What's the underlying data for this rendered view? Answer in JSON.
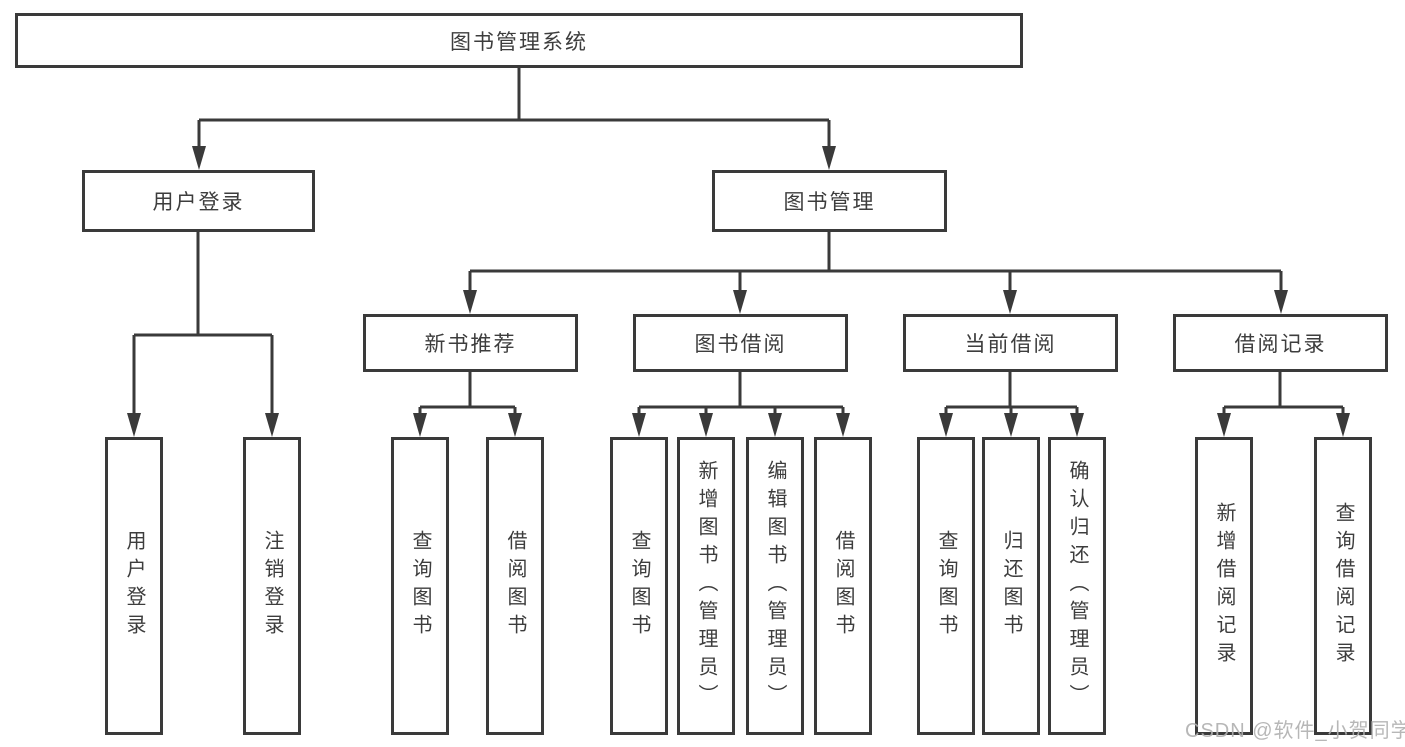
{
  "tree": {
    "label": "图书管理系统",
    "children": [
      {
        "label": "用户登录",
        "children": [
          {
            "label": "用户登录"
          },
          {
            "label": "注销登录"
          }
        ]
      },
      {
        "label": "图书管理",
        "children": [
          {
            "label": "新书推荐",
            "children": [
              {
                "label": "查询图书"
              },
              {
                "label": "借阅图书"
              }
            ]
          },
          {
            "label": "图书借阅",
            "children": [
              {
                "label": "查询图书"
              },
              {
                "label": "新增图书（管理员）"
              },
              {
                "label": "编辑图书（管理员）"
              },
              {
                "label": "借阅图书"
              }
            ]
          },
          {
            "label": "当前借阅",
            "children": [
              {
                "label": "查询图书"
              },
              {
                "label": "归还图书"
              },
              {
                "label": "确认归还（管理员）"
              }
            ]
          },
          {
            "label": "借阅记录",
            "children": [
              {
                "label": "新增借阅记录"
              },
              {
                "label": "查询借阅记录"
              }
            ]
          }
        ]
      }
    ]
  },
  "watermark": {
    "text": "CSDN @软件_小贺同学"
  },
  "colors": {
    "line": "#3a3a3a",
    "text": "#3d3d3d",
    "bg": "#ffffff",
    "watermark": "#b0b0b0"
  }
}
